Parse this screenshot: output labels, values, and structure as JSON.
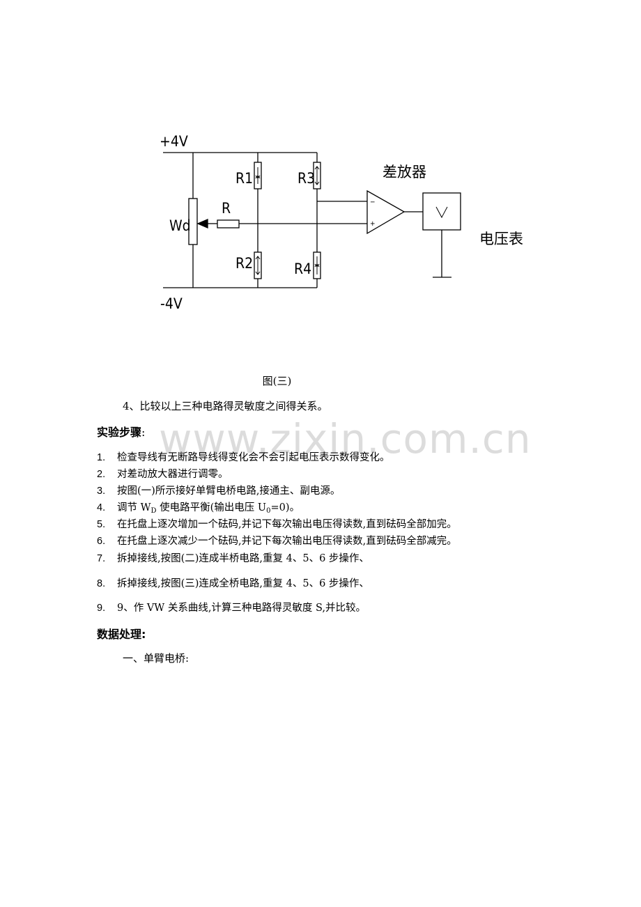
{
  "diagram": {
    "supply_pos": "+4V",
    "supply_neg": "-4V",
    "pot_label": "Wd",
    "resistor_label": "R",
    "r1": "R1",
    "r2": "R2",
    "r3": "R3",
    "r4": "R4",
    "amp_label": "差放器",
    "amp_minus": "−",
    "amp_plus": "+",
    "meter_symbol": "V",
    "meter_label": "电压表"
  },
  "caption": "图(三)",
  "intro_item": "4、比较以上三种电路得灵敏度之间得关系。",
  "steps_heading": "实验步骤",
  "steps_colon": ":",
  "watermark": "www.zixin.com.cn",
  "steps": [
    {
      "num": "1.",
      "text": "检查导线有无断路导线得变化会不会引起电压表示数得变化。"
    },
    {
      "num": "2.",
      "text": "对差动放大器进行调零。"
    },
    {
      "num": "3.",
      "text": "按图(一)所示接好单臂电桥电路,接通主、副电源。"
    },
    {
      "num": "4.",
      "pre": "调节 W",
      "sub1": "D",
      "mid": " 使电路平衡(输出电压 U",
      "sub2": "0",
      "post": "=0)。"
    },
    {
      "num": "5.",
      "text": "在托盘上逐次增加一个砝码,并记下每次输出电压得读数,直到砝码全部加完。"
    },
    {
      "num": "6.",
      "text": "在托盘上逐次减少一个砝码,并记下每次输出电压得读数,直到砝码全部减完。"
    },
    {
      "num": "7.",
      "text": "拆掉接线,按图(二)连成半桥电路,重复 4、5、6 步操作、"
    },
    {
      "num": "8.",
      "text": "拆掉接线,按图(三)连成全桥电路,重复 4、5、6 步操作、"
    },
    {
      "num": "9.",
      "text": "9、作 VW 关系曲线,计算三种电路得灵敏度 S,并比较。"
    }
  ],
  "data_heading": "数据处理:",
  "data_sub_heading": "一、单臂电桥:"
}
